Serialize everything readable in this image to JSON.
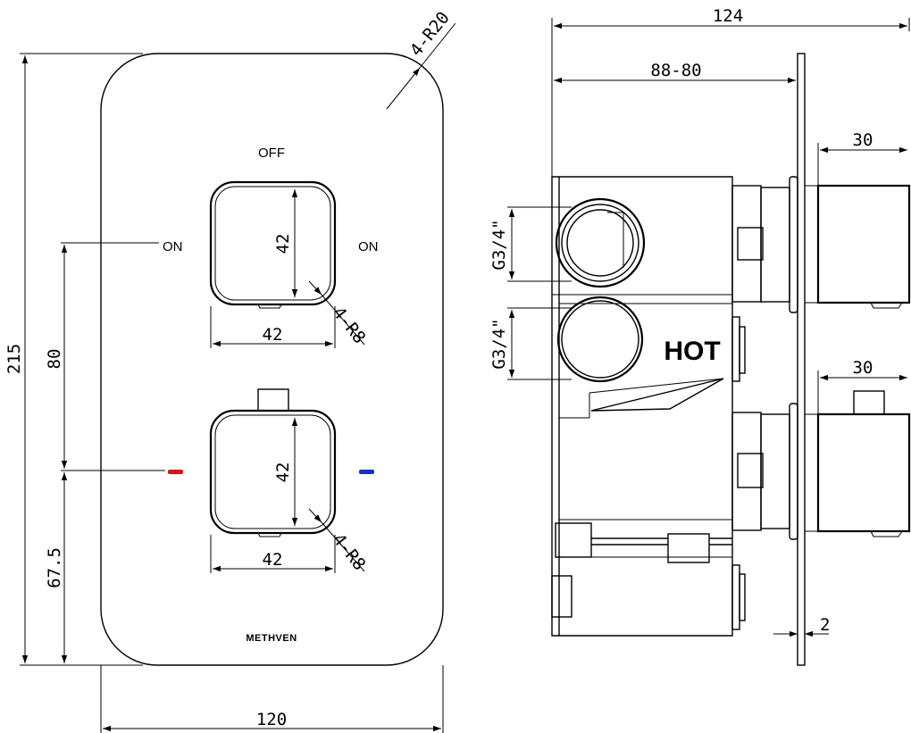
{
  "front_view": {
    "width_dim": "120",
    "height_dim": "215",
    "corner_radius": "4-R20",
    "handle_spacing": "80",
    "bottom_offset": "67.5",
    "top_handle": {
      "label_off": "OFF",
      "label_on_left": "ON",
      "label_on_right": "ON",
      "width_dim": "42",
      "height_dim": "42",
      "radius": "4-R8"
    },
    "bottom_handle": {
      "width_dim": "42",
      "height_dim": "42",
      "radius": "4-R8",
      "hot_marker_color": "#e01010",
      "cold_marker_color": "#1030d0"
    },
    "brand": "METHVEN"
  },
  "side_view": {
    "overall_depth": "124",
    "body_depth": "88-80",
    "top_handle_depth": "30",
    "bottom_handle_depth": "30",
    "plate_thickness": "2",
    "inlet_top": "G3/4\"",
    "inlet_bottom": "G3/4\"",
    "hot_label": "HOT"
  }
}
